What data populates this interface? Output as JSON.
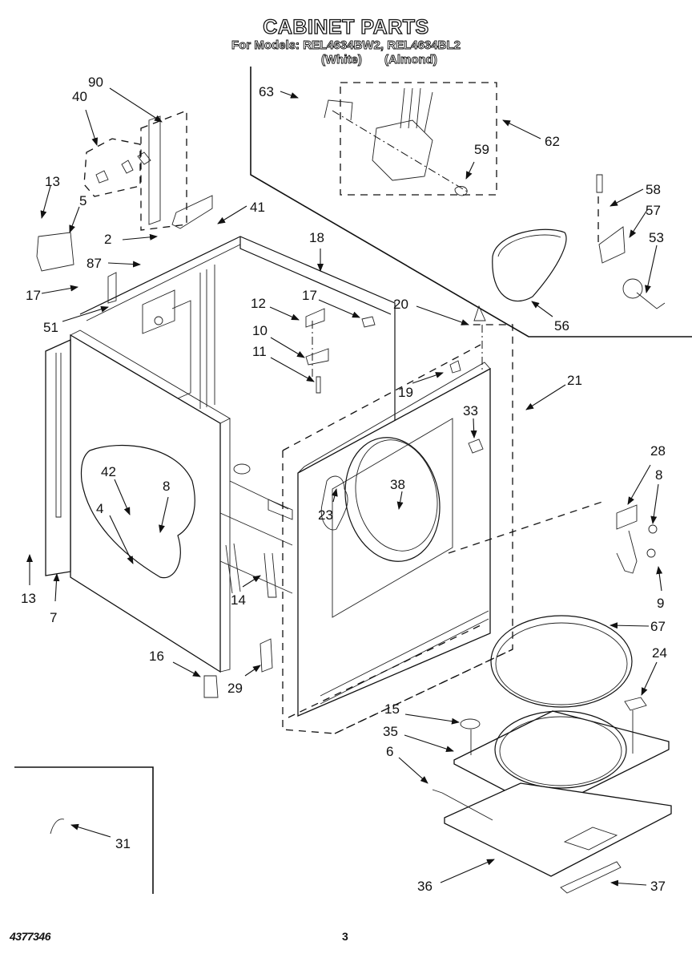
{
  "header": {
    "title": "CABINET PARTS",
    "models_line": "For Models: REL4634BW2, REL4634BL2",
    "variant_white": "(White)",
    "variant_almond": "(Almond)"
  },
  "footer": {
    "document_number": "4377346",
    "page_number": "3"
  },
  "callouts": [
    {
      "id": "c90",
      "label": "90"
    },
    {
      "id": "c40",
      "label": "40"
    },
    {
      "id": "c13a",
      "label": "13"
    },
    {
      "id": "c5",
      "label": "5"
    },
    {
      "id": "c2",
      "label": "2"
    },
    {
      "id": "c41",
      "label": "41"
    },
    {
      "id": "c87",
      "label": "87"
    },
    {
      "id": "c17a",
      "label": "17"
    },
    {
      "id": "c51",
      "label": "51"
    },
    {
      "id": "c63",
      "label": "63"
    },
    {
      "id": "c62",
      "label": "62"
    },
    {
      "id": "c59",
      "label": "59"
    },
    {
      "id": "c58",
      "label": "58"
    },
    {
      "id": "c57",
      "label": "57"
    },
    {
      "id": "c53",
      "label": "53"
    },
    {
      "id": "c56",
      "label": "56"
    },
    {
      "id": "c18",
      "label": "18"
    },
    {
      "id": "c12",
      "label": "12"
    },
    {
      "id": "c17b",
      "label": "17"
    },
    {
      "id": "c10",
      "label": "10"
    },
    {
      "id": "c11",
      "label": "11"
    },
    {
      "id": "c20",
      "label": "20"
    },
    {
      "id": "c19",
      "label": "19"
    },
    {
      "id": "c21",
      "label": "21"
    },
    {
      "id": "c33",
      "label": "33"
    },
    {
      "id": "c38",
      "label": "38"
    },
    {
      "id": "c23",
      "label": "23"
    },
    {
      "id": "c42",
      "label": "42"
    },
    {
      "id": "c8a",
      "label": "8"
    },
    {
      "id": "c4",
      "label": "4"
    },
    {
      "id": "c13b",
      "label": "13"
    },
    {
      "id": "c7",
      "label": "7"
    },
    {
      "id": "c14",
      "label": "14"
    },
    {
      "id": "c28",
      "label": "28"
    },
    {
      "id": "c8b",
      "label": "8"
    },
    {
      "id": "c9",
      "label": "9"
    },
    {
      "id": "c67",
      "label": "67"
    },
    {
      "id": "c24",
      "label": "24"
    },
    {
      "id": "c16",
      "label": "16"
    },
    {
      "id": "c29",
      "label": "29"
    },
    {
      "id": "c15",
      "label": "15"
    },
    {
      "id": "c35",
      "label": "35"
    },
    {
      "id": "c6",
      "label": "6"
    },
    {
      "id": "c36",
      "label": "36"
    },
    {
      "id": "c37",
      "label": "37"
    },
    {
      "id": "c31",
      "label": "31"
    }
  ]
}
